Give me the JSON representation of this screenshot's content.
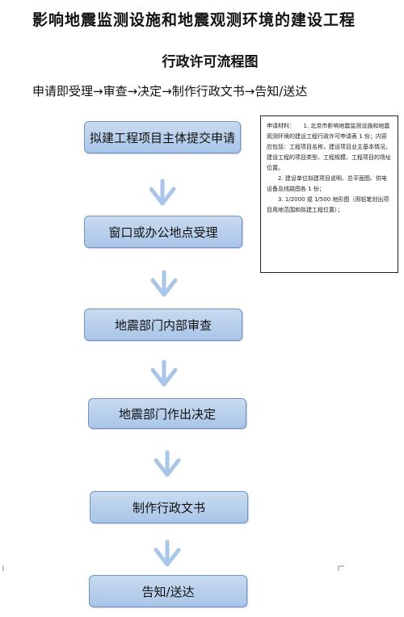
{
  "title_line1": "影响地震监测设施和地震观测环境的建设工程",
  "title_line2": "行政许可流程图",
  "process_summary": "申请即受理→审查→决定→制作行政文书→告知/送达",
  "steps": [
    "拟建工程项目主体提交申请",
    "窗口或办公地点受理",
    "地震部门内部审查",
    "地震部门作出决定",
    "制作行政文书",
    "告知/送达"
  ],
  "note": {
    "item1": "申请材料：　　1. 北京市影响地震监测设施和地震观测环境的建设工程行政许可申请表 1 份；内容应包括：工程项目名称，建设项目业主基本情况，建设工程的项目类型、工程规模、工程项目的场址位置。",
    "item2": "2. 建设单位拟建项目说明、总平面图、供电设备及线路图各 1 份；",
    "item3": "3. 1/2000 或 1/500 地形图（用铅笔划出项目用地范围和拟建工程位置）；"
  },
  "colors": {
    "box_fill_top": "#c9dbf0",
    "box_fill_bottom": "#a9c5e8",
    "box_border": "#6f94c4",
    "arrow": "#a9c5e8"
  }
}
